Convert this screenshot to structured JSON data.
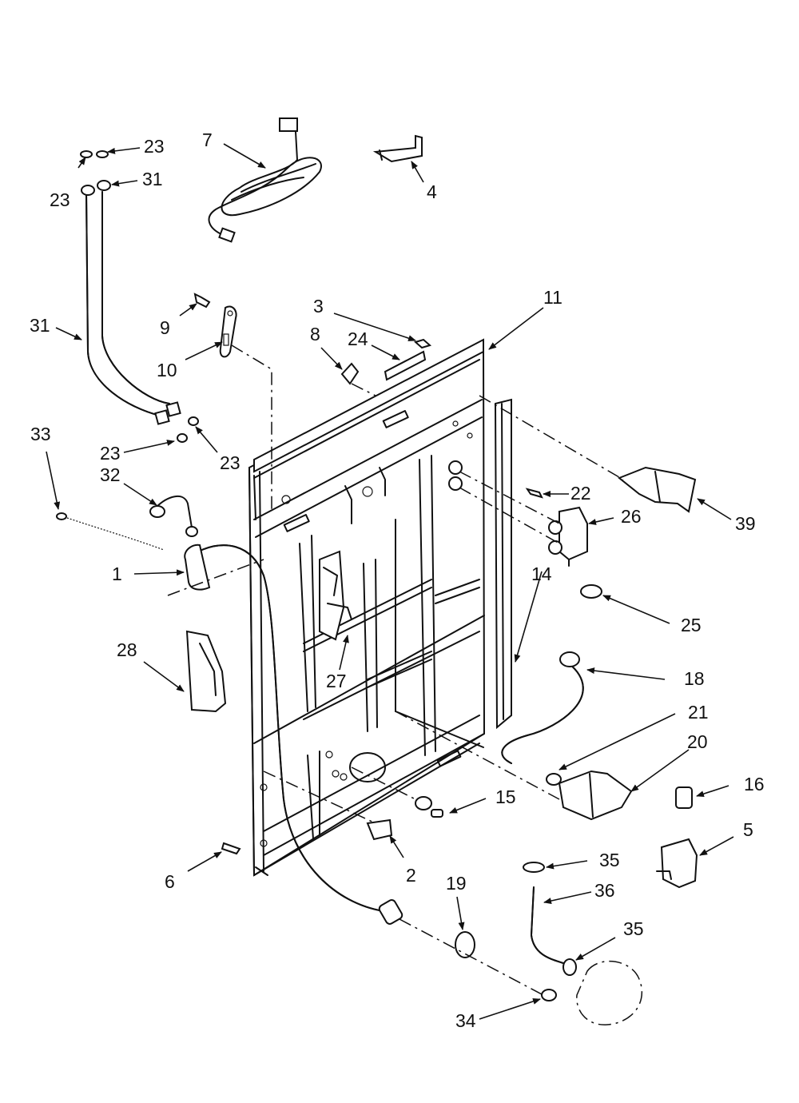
{
  "callouts": {
    "c23a": "23",
    "c23b": "23",
    "c31a": "31",
    "c7": "7",
    "c4": "4",
    "c31b": "31",
    "c9": "9",
    "c10": "10",
    "c3": "3",
    "c8": "8",
    "c24": "24",
    "c11": "11",
    "c23c": "23",
    "c23d": "23",
    "c33": "33",
    "c32": "32",
    "c22": "22",
    "c26": "26",
    "c39": "39",
    "c1": "1",
    "c14": "14",
    "c25": "25",
    "c28": "28",
    "c27": "27",
    "c18": "18",
    "c21": "21",
    "c20": "20",
    "c16": "16",
    "c15": "15",
    "c5": "5",
    "c2": "2",
    "c6": "6",
    "c35a": "35",
    "c19": "19",
    "c36": "36",
    "c35b": "35",
    "c34": "34"
  },
  "icons": [
    "parts-exploded-view"
  ]
}
